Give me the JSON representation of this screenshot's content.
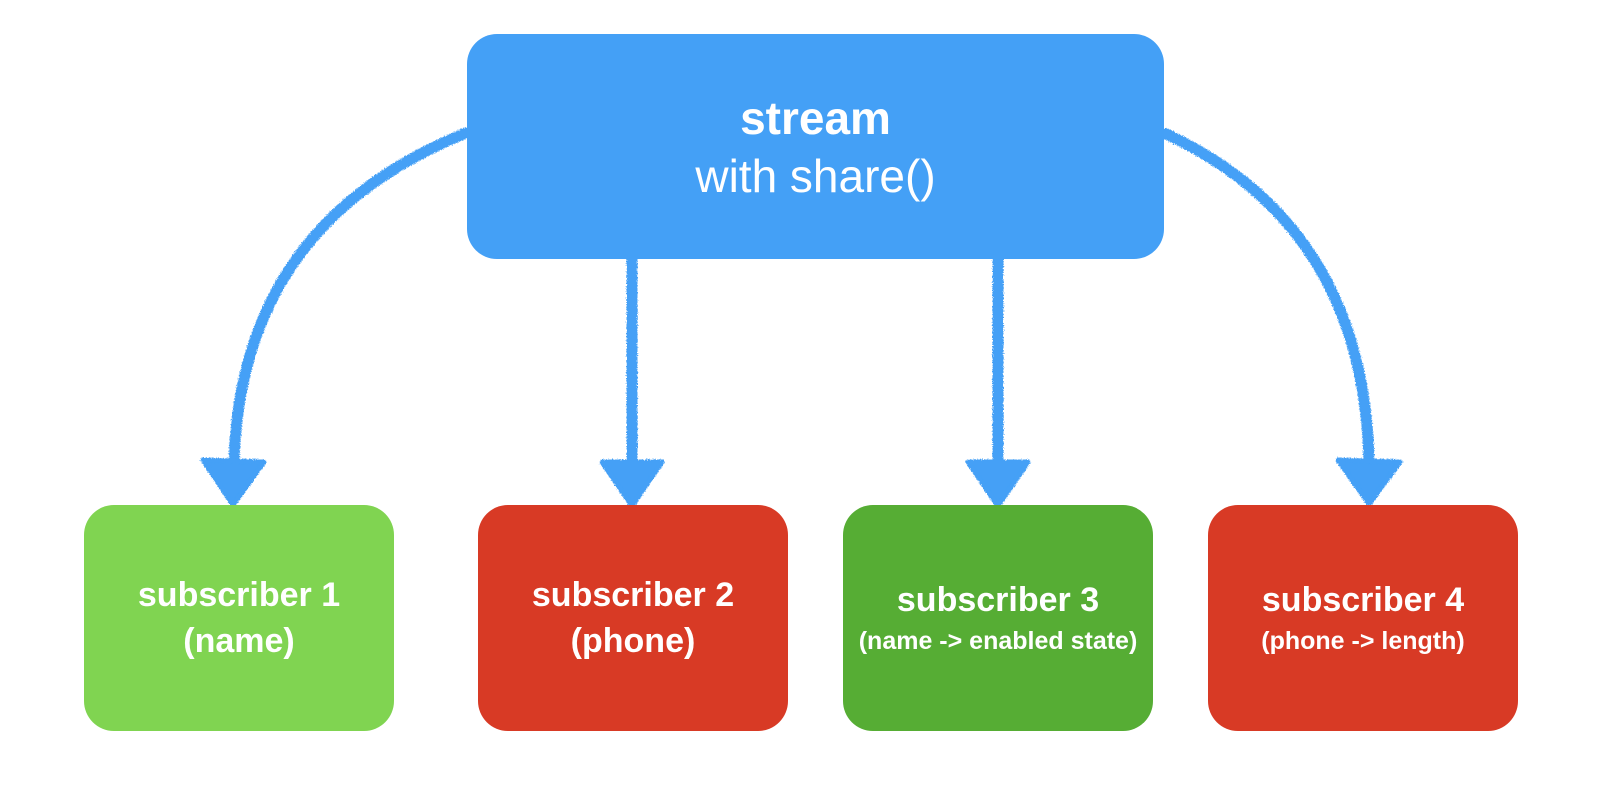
{
  "colors": {
    "source": "#44a0f6",
    "arrow": "#44a0f6",
    "light_green": "#80d451",
    "dark_green": "#56ad34",
    "red": "#d83a25"
  },
  "source": {
    "title": "stream",
    "subtitle": "with share()"
  },
  "subscribers": [
    {
      "title": "subscriber 1",
      "detail": "(name)",
      "color": "#80d451"
    },
    {
      "title": "subscriber 2",
      "detail": "(phone)",
      "color": "#d83a25"
    },
    {
      "title": "subscriber 3",
      "detail": "(name -> enabled state)",
      "color": "#56ad34"
    },
    {
      "title": "subscriber 4",
      "detail": "(phone -> length)",
      "color": "#d83a25"
    }
  ],
  "connectors": [
    {
      "from": "source",
      "to": "subscriber 1",
      "shape": "arrow"
    },
    {
      "from": "source",
      "to": "subscriber 2",
      "shape": "arrow"
    },
    {
      "from": "source",
      "to": "subscriber 3",
      "shape": "arrow"
    },
    {
      "from": "source",
      "to": "subscriber 4",
      "shape": "arrow"
    }
  ]
}
